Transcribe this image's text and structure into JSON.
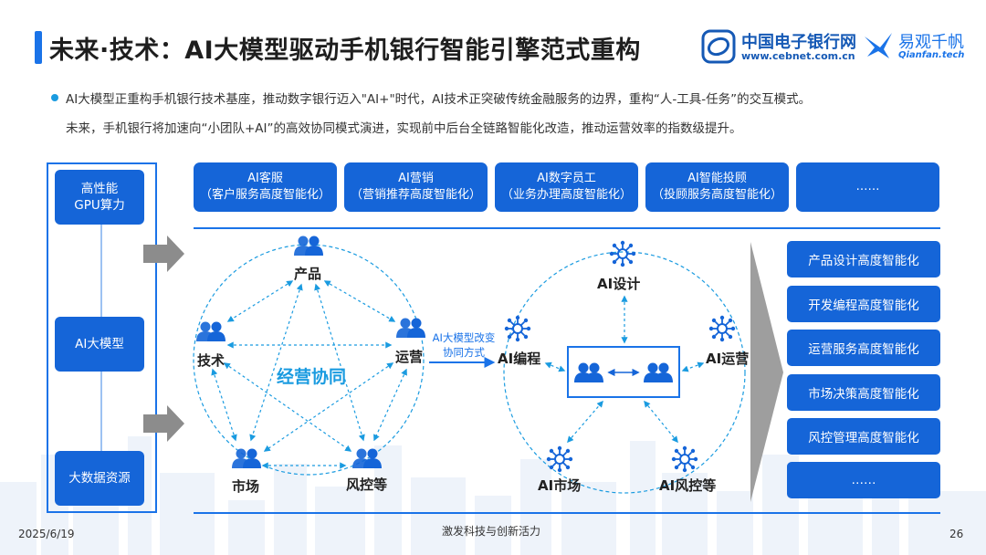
{
  "header": {
    "title": "未来·技术：AI大模型驱动手机银行智能引擎范式重构",
    "logo_cebnet_name": "中国电子银行网",
    "logo_cebnet_url": "www.cebnet.com.cn",
    "logo_qianfan_name": "易观千帆",
    "logo_qianfan_url": "Qianfan.tech"
  },
  "intro": {
    "line1": "AI大模型正重构手机银行技术基座，推动数字银行迈入\"AI+\"时代，AI技术正突破传统金融服务的边界，重构“人-工具-任务”的交互模式。",
    "line2": "未来，手机银行将加速向“小团队+AI”的高效协同模式演进，实现前中后台全链路智能化改造，推动运营效率的指数级提升。"
  },
  "resources": [
    "高性能\nGPU算力",
    "AI大模型",
    "大数据资源"
  ],
  "services": [
    {
      "name": "AI客服",
      "desc": "（客户服务高度智能化）"
    },
    {
      "name": "AI营销",
      "desc": "（营销推荐高度智能化）"
    },
    {
      "name": "AI数字员工",
      "desc": "（业务办理高度智能化）"
    },
    {
      "name": "AI智能投顾",
      "desc": "（投顾服务高度智能化）"
    },
    {
      "name": "……",
      "desc": ""
    }
  ],
  "team_roles": {
    "product": "产品",
    "tech": "技术",
    "ops": "运营",
    "market": "市场",
    "risk": "风控等",
    "center": "经营协同"
  },
  "transition_label": "AI大模型改变协同方式",
  "ai_roles": {
    "design": "AI设计",
    "coding": "AI编程",
    "ops": "AI运营",
    "market": "AI市场",
    "risk": "AI风控等"
  },
  "outcomes": [
    "产品设计高度智能化",
    "开发编程高度智能化",
    "运营服务高度智能化",
    "市场决策高度智能化",
    "风控管理高度智能化",
    "……"
  ],
  "footer": {
    "date": "2025/6/19",
    "slogan": "激发科技与创新活力",
    "page": "26"
  },
  "colors": {
    "primary": "#1565d8",
    "accent_line": "#1a73e8",
    "dashed": "#1a9be0",
    "arrow_gray": "#8c8c8c"
  }
}
